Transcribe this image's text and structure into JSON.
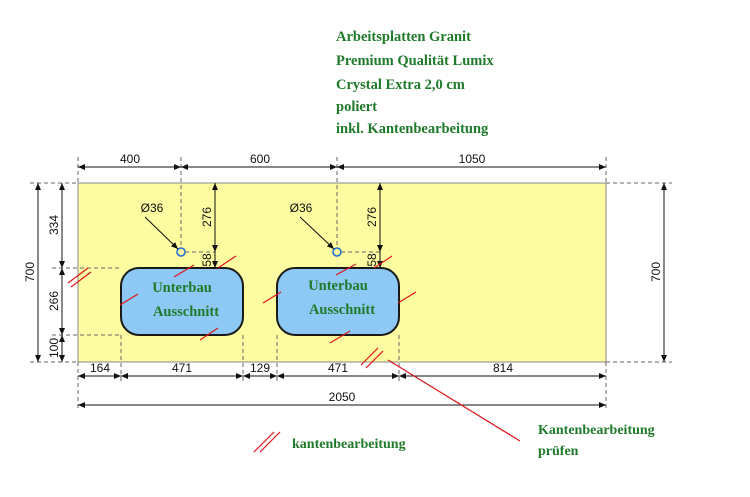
{
  "header": {
    "lines": [
      "Arbeitsplatten Granit",
      "Premium Qualität Lumix",
      "Crystal Extra 2,0 cm",
      "poliert",
      "inkl. Kantenbearbeitung"
    ]
  },
  "dimensions": {
    "top": [
      "400",
      "600",
      "1050"
    ],
    "bottom": [
      "164",
      "471",
      "129",
      "471",
      "814"
    ],
    "total": "2050",
    "left_total": "700",
    "right_total": "700",
    "left_segments": [
      "334",
      "266",
      "100"
    ],
    "hole1": {
      "diameter": "Ø36",
      "offset": "276",
      "gap": "58"
    },
    "hole2": {
      "diameter": "Ø36",
      "offset": "276",
      "gap": "58"
    }
  },
  "cutouts": [
    {
      "line1": "Unterbau",
      "line2": "Ausschnitt"
    },
    {
      "line1": "Unterbau",
      "line2": "Ausschnitt"
    }
  ],
  "legend": {
    "edge_label": "kantenbearbeitung",
    "check_line1": "Kantenbearbeitung",
    "check_line2": "prüfen"
  },
  "colors": {
    "slab": "#fdfca0",
    "cutout": "#8ec8f4",
    "text_green": "#1f7a2a",
    "mark_red": "#e0141c"
  }
}
